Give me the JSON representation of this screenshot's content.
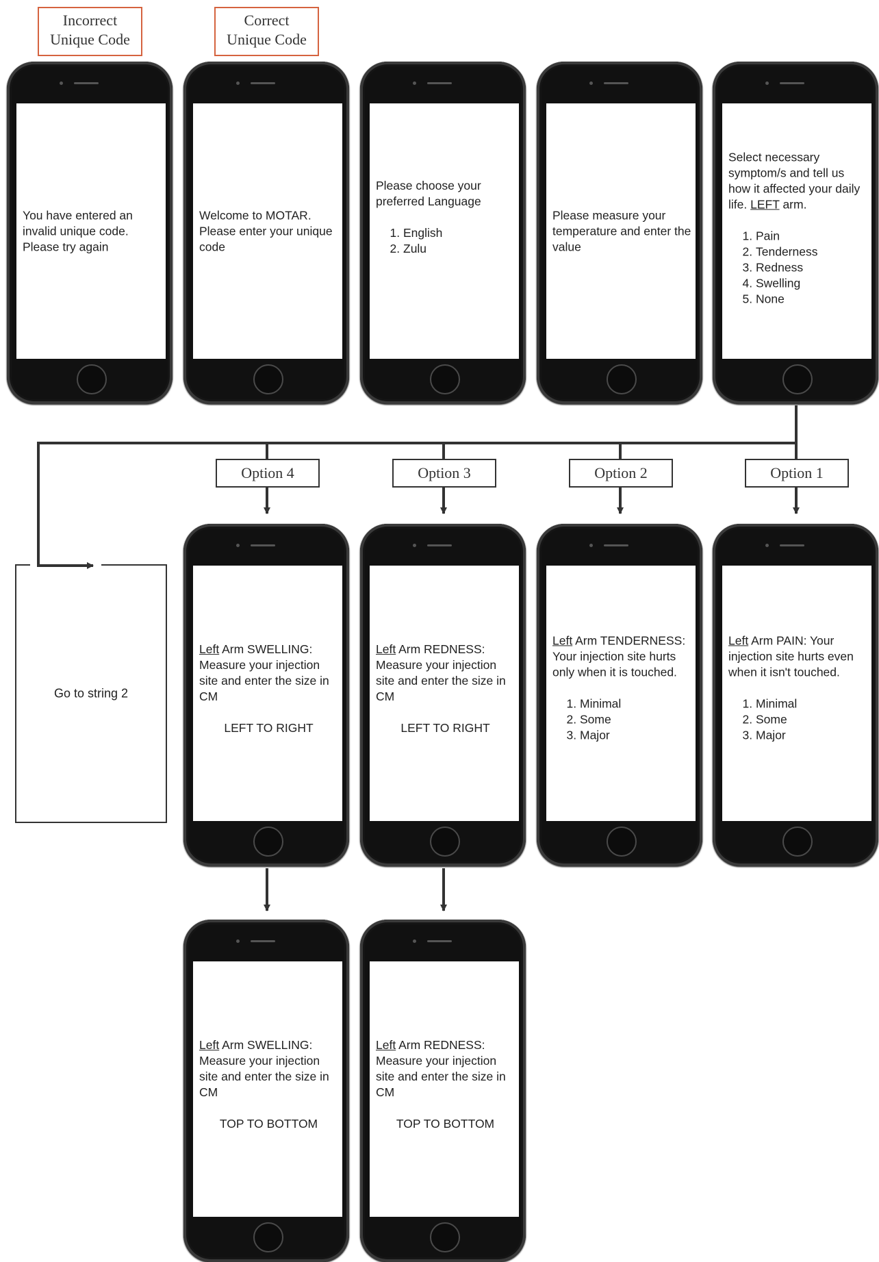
{
  "code_labels": {
    "incorrect": [
      "Incorrect",
      "Unique Code"
    ],
    "correct": [
      "Correct",
      "Unique Code"
    ]
  },
  "screens": {
    "invalid_code": {
      "text": "You have entered an invalid unique code. Please try again"
    },
    "welcome": {
      "text": "Welcome to MOTAR. Please enter your unique code"
    },
    "language": {
      "text": "Please choose your preferred Language",
      "options": [
        "English",
        "Zulu"
      ]
    },
    "temperature": {
      "text": "Please measure your temperature and enter the value"
    },
    "symptoms": {
      "text_before": "Select necessary symptom/s and tell us how it affected your daily life. ",
      "text_underlined": "LEFT",
      "text_after": " arm.",
      "options": [
        "Pain",
        "Tenderness",
        "Redness",
        "Swelling",
        "None"
      ]
    },
    "swelling_lr": {
      "underlined": "Left",
      "text": " Arm SWELLING: Measure your injection site and enter the size in CM",
      "direction": "LEFT TO RIGHT"
    },
    "redness_lr": {
      "underlined": "Left",
      "text": " Arm REDNESS: Measure your injection site and enter the size in CM",
      "direction": "LEFT TO RIGHT"
    },
    "tenderness": {
      "underlined": "Left",
      "text": " Arm TENDERNESS: Your injection site hurts only when it is touched.",
      "options": [
        "Minimal",
        "Some",
        "Major"
      ]
    },
    "pain": {
      "underlined": "Left",
      "text": " Arm PAIN: Your injection site hurts even when it isn't touched.",
      "options": [
        "Minimal",
        "Some",
        "Major"
      ]
    },
    "swelling_tb": {
      "underlined": "Left",
      "text": " Arm SWELLING: Measure your injection site and enter the size in CM",
      "direction": "TOP TO BOTTOM"
    },
    "redness_tb": {
      "underlined": "Left",
      "text": " Arm REDNESS: Measure your injection site and enter the size in CM",
      "direction": "TOP TO BOTTOM"
    }
  },
  "options": {
    "option4": "Option 4",
    "option3": "Option 3",
    "option2": "Option 2",
    "option1": "Option 1"
  },
  "go_to_string": "Go to string 2",
  "colors": {
    "code_label_border": "#d5633f",
    "phone_body": "#111111",
    "connector": "#333333"
  }
}
